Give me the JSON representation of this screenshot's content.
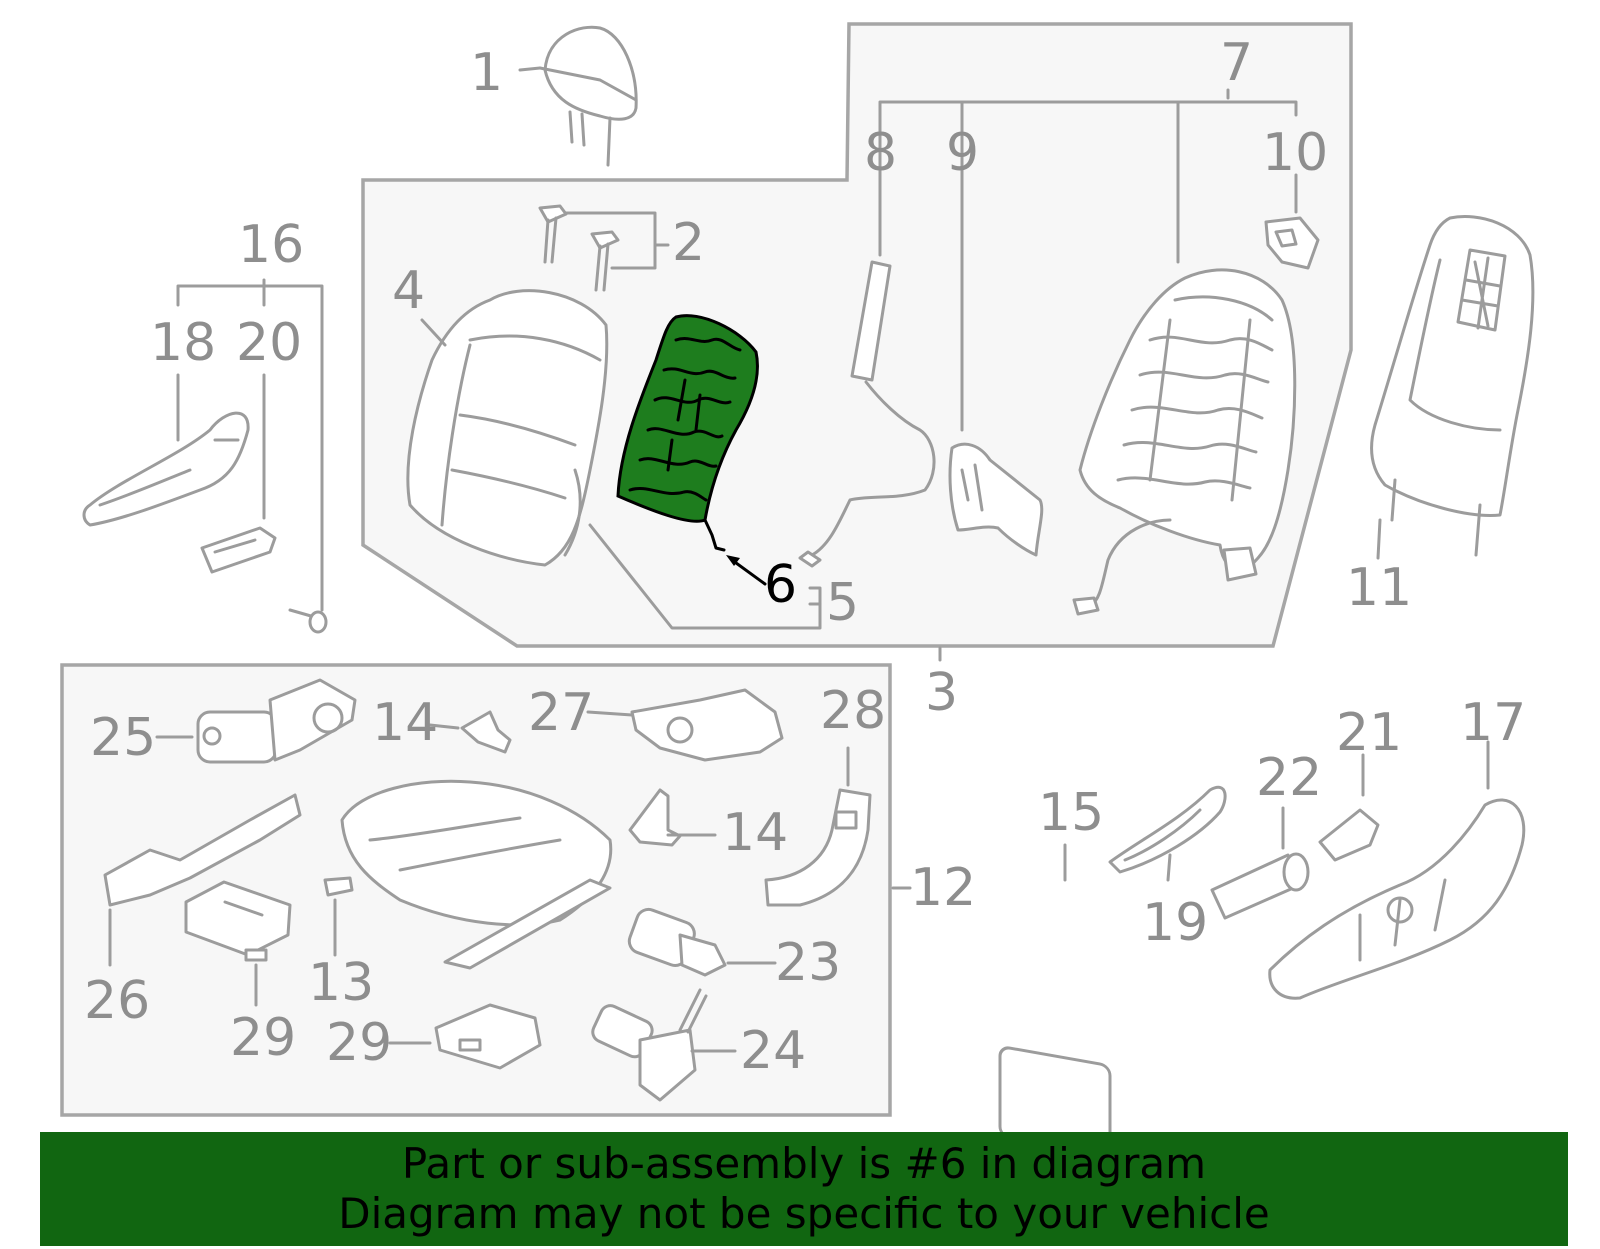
{
  "highlight_color": "#1e7d1e",
  "banner_color": "#116611",
  "callouts": {
    "c1": "1",
    "c2": "2",
    "c3": "3",
    "c4": "4",
    "c5": "5",
    "c6": "6",
    "c7": "7",
    "c8": "8",
    "c9": "9",
    "c10": "10",
    "c11": "11",
    "c12": "12",
    "c13": "13",
    "c14a": "14",
    "c14b": "14",
    "c15": "15",
    "c16": "16",
    "c17": "17",
    "c18": "18",
    "c19": "19",
    "c20": "20",
    "c21": "21",
    "c22": "22",
    "c23": "23",
    "c24": "24",
    "c25": "25",
    "c26": "26",
    "c27": "27",
    "c28": "28",
    "c29a": "29",
    "c29b": "29"
  },
  "highlighted_part": "6",
  "banner": {
    "line1": "Part or sub-assembly is #6 in diagram",
    "line2": "Diagram may not be specific to your vehicle"
  }
}
